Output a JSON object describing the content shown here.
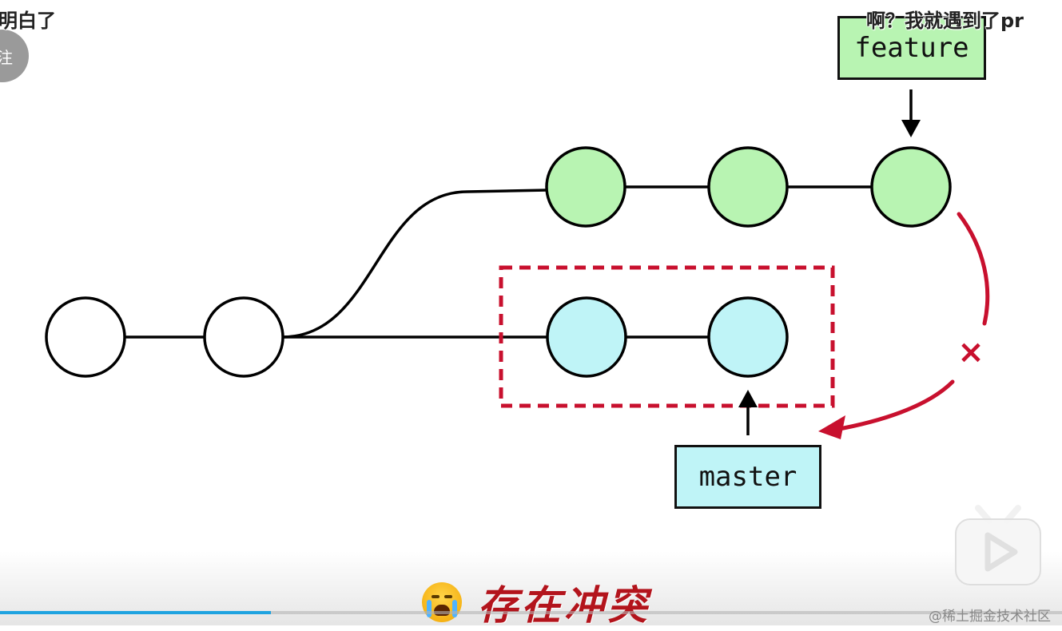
{
  "diagram": {
    "feature_label": "feature",
    "master_label": "master",
    "conflict_mark": "×",
    "colors": {
      "feature_commit": "#b8f4b2",
      "master_commit": "#bff4f7",
      "base_commit": "#ffffff",
      "feature_label_bg": "#b8f4b2",
      "master_label_bg": "#bff4f7",
      "highlight_border": "#c8102e",
      "red_arrow": "#c8102e",
      "line": "#000000"
    }
  },
  "overlay": {
    "danmaku_left": "明白了",
    "danmaku_right": "啊？我就遇到了pr",
    "avatar_text": "注",
    "subtitle": "存在冲突",
    "subtitle_emoji": "loudly-crying-face",
    "watermark": "@稀土掘金技术社区",
    "progress": 0.255
  }
}
